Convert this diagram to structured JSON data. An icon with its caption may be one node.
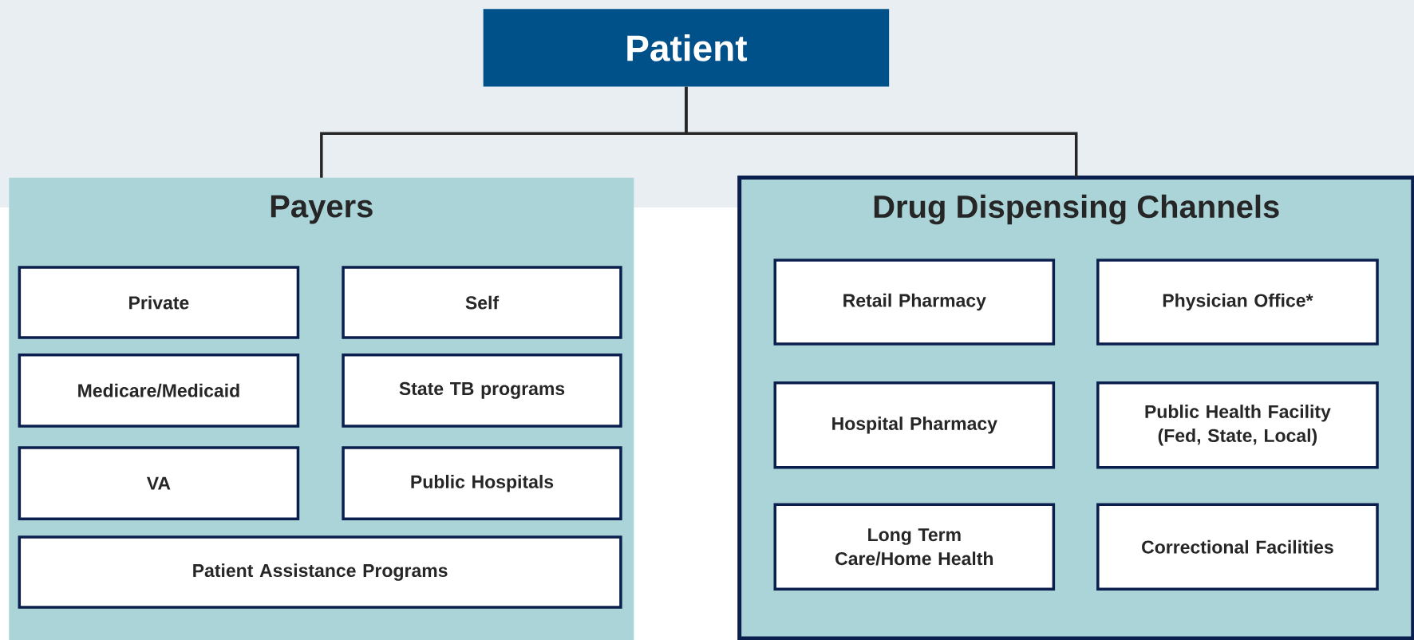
{
  "diagram": {
    "nodes": [
      {
        "text": [
          "Patient"
        ]
      },
      {
        "text": [
          "Payers"
        ]
      },
      {
        "text": [
          "Private"
        ],
        "in": 1
      },
      {
        "text": [
          "Self"
        ],
        "in": 1
      },
      {
        "text": [
          "Medicare/Medicaid"
        ],
        "in": 1
      },
      {
        "text": [
          "State TB programs"
        ],
        "in": 1
      },
      {
        "text": [
          "VA"
        ],
        "in": 1
      },
      {
        "text": [
          "Public Hospitals"
        ],
        "in": 1
      },
      {
        "text": [
          "Patient Assistance Programs"
        ],
        "in": 1
      },
      {
        "text": [
          "Drug Dispensing Channels"
        ]
      },
      {
        "text": [
          "Retail Pharmacy"
        ],
        "in": 9
      },
      {
        "text": [
          "Physician Office*"
        ],
        "in": 9
      },
      {
        "text": [
          "Hospital Pharmacy"
        ],
        "in": 9
      },
      {
        "text": [
          "Public Health Facility (Fed, State, Local)"
        ],
        "in": 9
      },
      {
        "text": [
          "Long Term Care/Home Health"
        ],
        "in": 9
      },
      {
        "text": [
          "Correctional Facilities"
        ],
        "in": 9
      }
    ],
    "edges": [
      {
        "from": 0,
        "to": 1,
        "arrow": "none"
      },
      {
        "from": 0,
        "to": 9,
        "arrow": "none"
      }
    ]
  }
}
